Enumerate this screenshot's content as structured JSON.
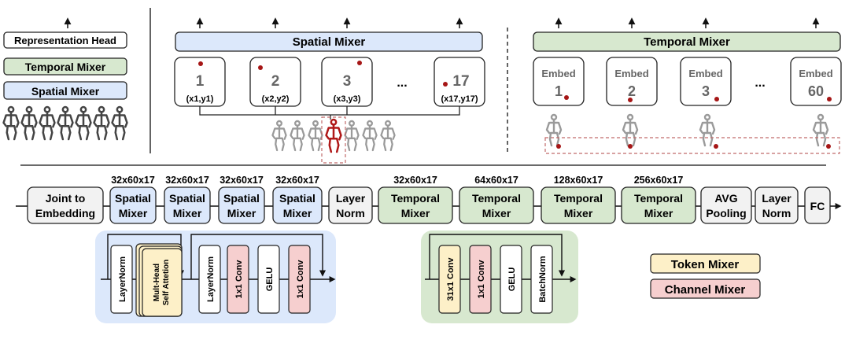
{
  "left_panel": {
    "representation_head": "Representation Head",
    "temporal_mixer": "Temporal Mixer",
    "spatial_mixer": "Spatial Mixer"
  },
  "spatial_panel": {
    "title": "Spatial Mixer",
    "joints": [
      {
        "num": "1",
        "coord": "(x1,y1)"
      },
      {
        "num": "2",
        "coord": "(x2,y2)"
      },
      {
        "num": "3",
        "coord": "(x3,y3)"
      },
      {
        "num": "17",
        "coord": "(x17,y17)"
      }
    ],
    "ellipsis": "..."
  },
  "temporal_panel": {
    "title": "Temporal Mixer",
    "embed_label": "Embed",
    "frames": [
      "1",
      "2",
      "3",
      "60"
    ],
    "ellipsis": "..."
  },
  "pipeline": {
    "blocks": [
      {
        "line1": "Joint to",
        "line2": "Embedding",
        "dim": "",
        "kind": "plain"
      },
      {
        "line1": "Spatial",
        "line2": "Mixer",
        "dim": "32x60x17",
        "kind": "spatial"
      },
      {
        "line1": "Spatial",
        "line2": "Mixer",
        "dim": "32x60x17",
        "kind": "spatial"
      },
      {
        "line1": "Spatial",
        "line2": "Mixer",
        "dim": "32x60x17",
        "kind": "spatial"
      },
      {
        "line1": "Spatial",
        "line2": "Mixer",
        "dim": "32x60x17",
        "kind": "spatial"
      },
      {
        "line1": "Layer",
        "line2": "Norm",
        "dim": "",
        "kind": "plain"
      },
      {
        "line1": "Temporal",
        "line2": "Mixer",
        "dim": "32x60x17",
        "kind": "temporal"
      },
      {
        "line1": "Temporal",
        "line2": "Mixer",
        "dim": "64x60x17",
        "kind": "temporal"
      },
      {
        "line1": "Temporal",
        "line2": "Mixer",
        "dim": "128x60x17",
        "kind": "temporal"
      },
      {
        "line1": "Temporal",
        "line2": "Mixer",
        "dim": "256x60x17",
        "kind": "temporal"
      },
      {
        "line1": "AVG",
        "line2": "Pooling",
        "dim": "",
        "kind": "plain"
      },
      {
        "line1": "Layer",
        "line2": "Norm",
        "dim": "",
        "kind": "plain"
      },
      {
        "line1": "FC",
        "line2": "",
        "dim": "",
        "kind": "plain"
      }
    ]
  },
  "spatial_detail": {
    "layernorm1": "LayerNorm",
    "attention_line1": "Mult-Head",
    "attention_line2": "Self Attetion",
    "layernorm2": "LayerNorm",
    "conv1": "1x1 Conv",
    "gelu": "GELU",
    "conv2": "1x1 Conv"
  },
  "temporal_detail": {
    "conv31": "31x1 Conv",
    "conv1": "1x1 Conv",
    "gelu": "GELU",
    "batchnorm": "BatchNorm"
  },
  "legend": {
    "token_mixer": "Token Mixer",
    "channel_mixer": "Channel Mixer"
  },
  "colors": {
    "spatial_fill": "#dce8fb",
    "temporal_fill": "#d7e8cf",
    "plain_fill": "#f2f2f2",
    "token_fill": "#fdf0c8",
    "channel_fill": "#f6cfcf",
    "joint_red": "#a61616"
  }
}
